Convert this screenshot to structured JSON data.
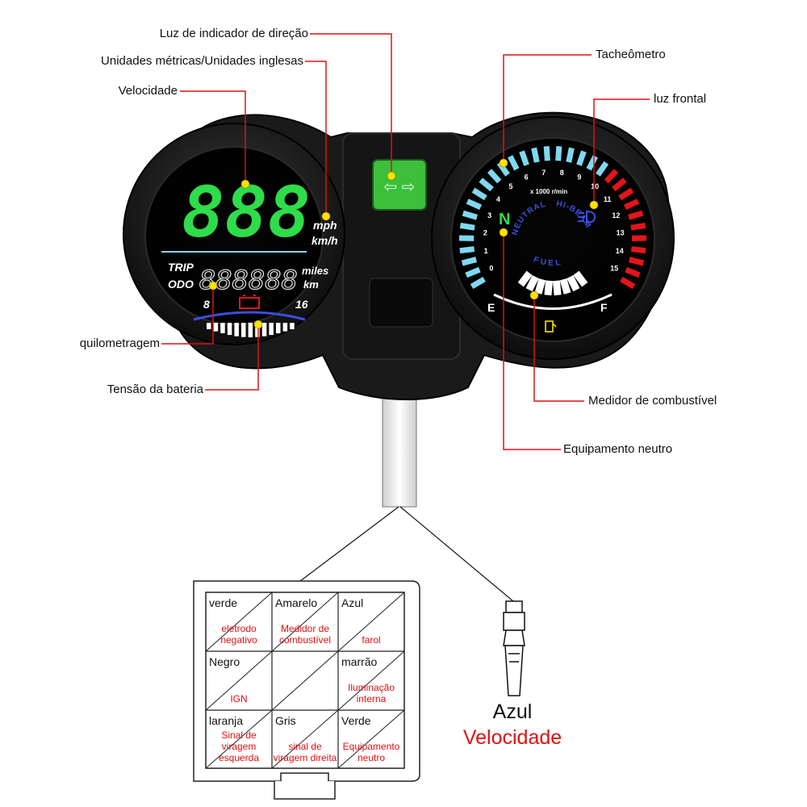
{
  "callouts": {
    "turn_light": "Luz de indicador de direção",
    "units": "Unidades métricas/Unidades inglesas",
    "speed": "Velocidade",
    "mileage": "quilometragem",
    "battery": "Tensão da bateria",
    "tachometer": "Tacheômetro",
    "headlight": "luz frontal",
    "fuel_gauge": "Medidor de combustível",
    "neutral": "Equipamento neutro"
  },
  "left_gauge": {
    "speed_digits": "888",
    "unit_mph": "mph",
    "unit_kmh": "km/h",
    "trip_label": "TRIP",
    "odo_label": "ODO",
    "odo_digits": "888888",
    "unit_miles": "miles",
    "unit_km": "km",
    "battery_min": "8",
    "battery_max": "16"
  },
  "right_gauge": {
    "rpm_ticks": [
      "0",
      "1",
      "2",
      "3",
      "4",
      "5",
      "6",
      "7",
      "8",
      "9",
      "10",
      "11",
      "12",
      "13",
      "14",
      "15"
    ],
    "rpm_unit": "x 1000 r/min",
    "neutral_symbol": "N",
    "neutral_text": "NEUTRAL",
    "hibeam_text": "HI-BEAM",
    "fuel_text": "FUEL",
    "fuel_empty": "E",
    "fuel_full": "F"
  },
  "colors": {
    "lcd_green": "#2fdc4a",
    "lcd_blue": "#3a4fe0",
    "rpm_cyan": "#7fd8f0",
    "rpm_red": "#e5141b",
    "callout_red": "#e01010",
    "marker_yellow": "#ffe100"
  },
  "connector_table": [
    {
      "color": "verde",
      "function": "eletrodo\nnegativo"
    },
    {
      "color": "Amarelo",
      "function": "Medidor de\ncombustível"
    },
    {
      "color": "Azul",
      "function": "farol"
    },
    {
      "color": "Negro",
      "function": "IGN"
    },
    {
      "color": "",
      "function": ""
    },
    {
      "color": "marrão",
      "function": "Iluminação\ninterna"
    },
    {
      "color": "laranja",
      "function": "Sinal de viragem\nesquerda"
    },
    {
      "color": "Gris",
      "function": "sinal de\nviragem direita"
    },
    {
      "color": "Verde",
      "function": "Equipamento\nneutro"
    }
  ],
  "connector_single": {
    "color": "Azul",
    "function": "Velocidade"
  }
}
